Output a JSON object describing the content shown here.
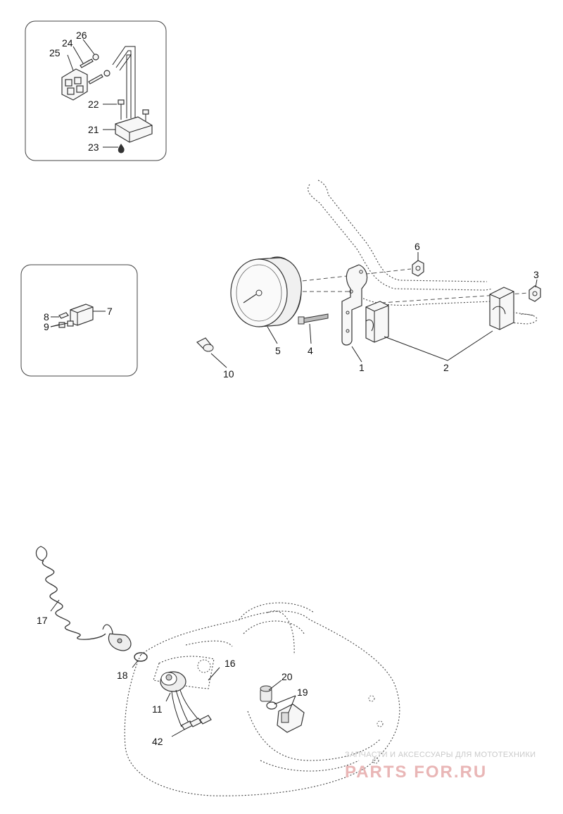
{
  "callouts": {
    "c1": "1",
    "c2": "2",
    "c3": "3",
    "c4": "4",
    "c5": "5",
    "c6": "6",
    "c7": "7",
    "c8": "8",
    "c9": "9",
    "c10": "10",
    "c11": "11",
    "c16": "16",
    "c17": "17",
    "c18": "18",
    "c19": "19",
    "c20": "20",
    "c21": "21",
    "c22": "22",
    "c23": "23",
    "c24": "24",
    "c25": "25",
    "c26": "26",
    "c42": "42"
  },
  "watermark": {
    "tagline": "ЗАПЧАСТИ И АКСЕССУАРЫ ДЛЯ МОТОТЕХНИКИ",
    "brand": "PARTS FOR.RU"
  },
  "colors": {
    "line": "#333333",
    "watermark_brand": "#e9b6b6",
    "watermark_tagline": "#c9c9c9"
  }
}
